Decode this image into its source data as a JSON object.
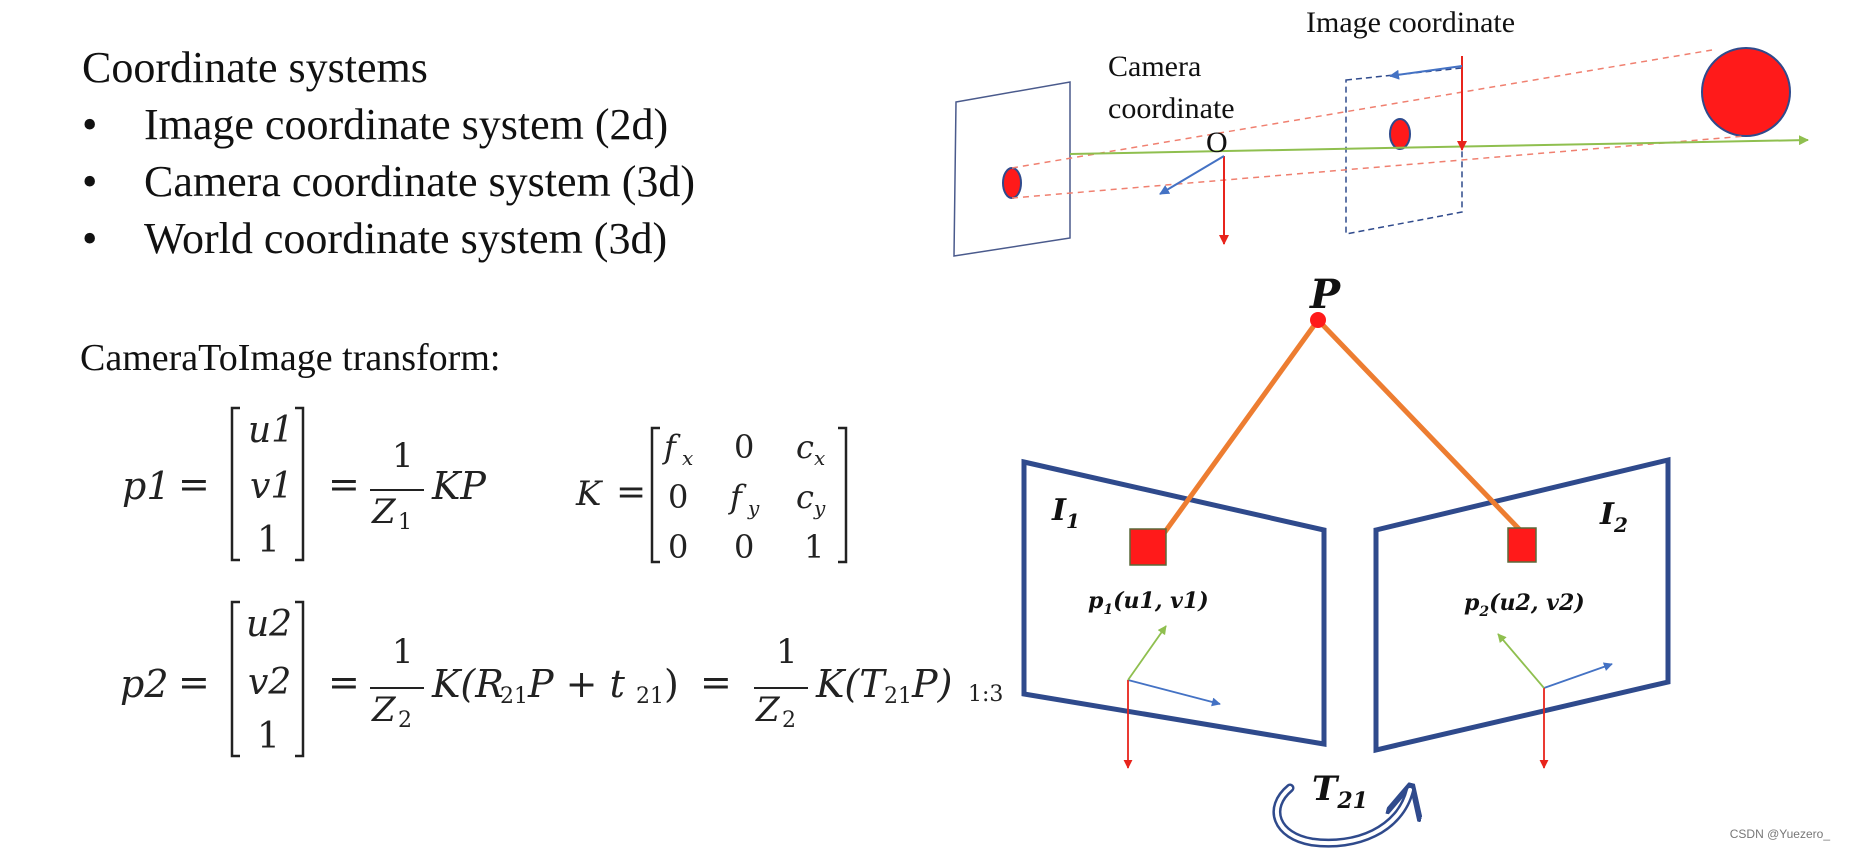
{
  "left_panel": {
    "heading": "Coordinate systems",
    "bullets": [
      "Image coordinate system (2d)",
      "Camera coordinate system (3d)",
      "World coordinate system (3d)"
    ],
    "subheading": "CameraToImage transform:"
  },
  "equations": {
    "p1_lhs": "p1",
    "p1_vector": [
      "u1",
      "v1",
      "1"
    ],
    "p1_rhs": "KP",
    "z1": "Z",
    "z1_sub": "1",
    "k_label": "K",
    "k_matrix": [
      [
        "f",
        "0",
        "c"
      ],
      [
        "0",
        "f",
        "c"
      ],
      [
        "0",
        "0",
        "1"
      ]
    ],
    "k_subs": [
      [
        "x",
        "",
        "x"
      ],
      [
        "",
        "y",
        "y"
      ],
      [
        "",
        "",
        ""
      ]
    ],
    "p2_lhs": "p2",
    "p2_vector": [
      "u2",
      "v2",
      "1"
    ],
    "p2_rhs_a": "K(R",
    "p2_rhs_a_sub": "21",
    "p2_rhs_b": "P + t",
    "p2_rhs_b_sub": "21",
    "p2_rhs_c": ")",
    "p2_rhs_d": "K(T",
    "p2_rhs_d_sub": "21",
    "p2_rhs_e": "P)",
    "p2_rhs_e_sub": "1:3",
    "z2": "Z",
    "z2_sub": "2",
    "one": "1",
    "equals": "="
  },
  "top_diagram": {
    "image_coordinate_label": "Image coordinate",
    "camera_coordinate_label_line1": "Camera",
    "camera_coordinate_label_line2": "coordinate",
    "origin_label": "O"
  },
  "stereo_diagram": {
    "point_label": "P",
    "image1_label": "I",
    "image1_sub": "1",
    "image2_label": "I",
    "image2_sub": "2",
    "p1_label": "p",
    "p1_sub": "1",
    "p1_coords": "(u1, v1)",
    "p2_label": "p",
    "p2_sub": "2",
    "p2_coords": "(u2, v2)",
    "transform_label": "T",
    "transform_sub": "21"
  },
  "colors": {
    "frame_blue": "#2f4a8c",
    "ray_orange": "#ed7d31",
    "point_red": "#ff1a1a",
    "axis_red": "#e8241c",
    "axis_blue": "#4472c4",
    "axis_green": "#8fbf4f",
    "dashed_red": "#f08070"
  },
  "watermark": "CSDN @Yuezero_"
}
